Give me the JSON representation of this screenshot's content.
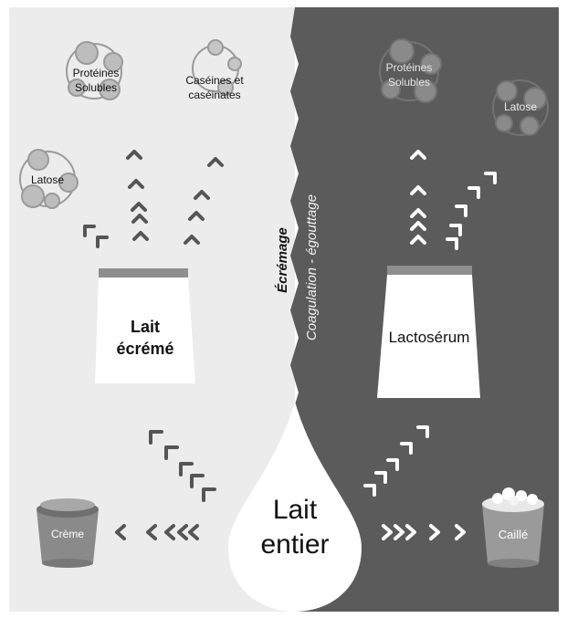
{
  "diagram": {
    "left_process": "Écrémage",
    "right_process": "Coagulation - égouttage",
    "center": {
      "line1": "Lait",
      "line2": "entier"
    },
    "left_bag": {
      "line1": "Lait",
      "line2": "écrémé"
    },
    "right_bag": "Lactosérum",
    "cream_bucket": "Crème",
    "curd_bucket": "Caillé",
    "left_molecules": {
      "proteins": {
        "line1": "Protéines",
        "line2": "Solubles"
      },
      "caseins": {
        "line1": "Caséines et",
        "line2": "caséinates"
      },
      "lactose": "Latose"
    },
    "right_molecules": {
      "proteins": {
        "line1": "Protéines",
        "line2": "Solubles"
      },
      "lactose": "Latose"
    }
  },
  "colors": {
    "left_bg": "#ececec",
    "right_bg": "#5b5b5b",
    "drop": "#ffffff",
    "bag_stripe": "#8e8e8e",
    "bucket_left": "#8a8a8a",
    "bucket_right": "#9a9a9a"
  }
}
